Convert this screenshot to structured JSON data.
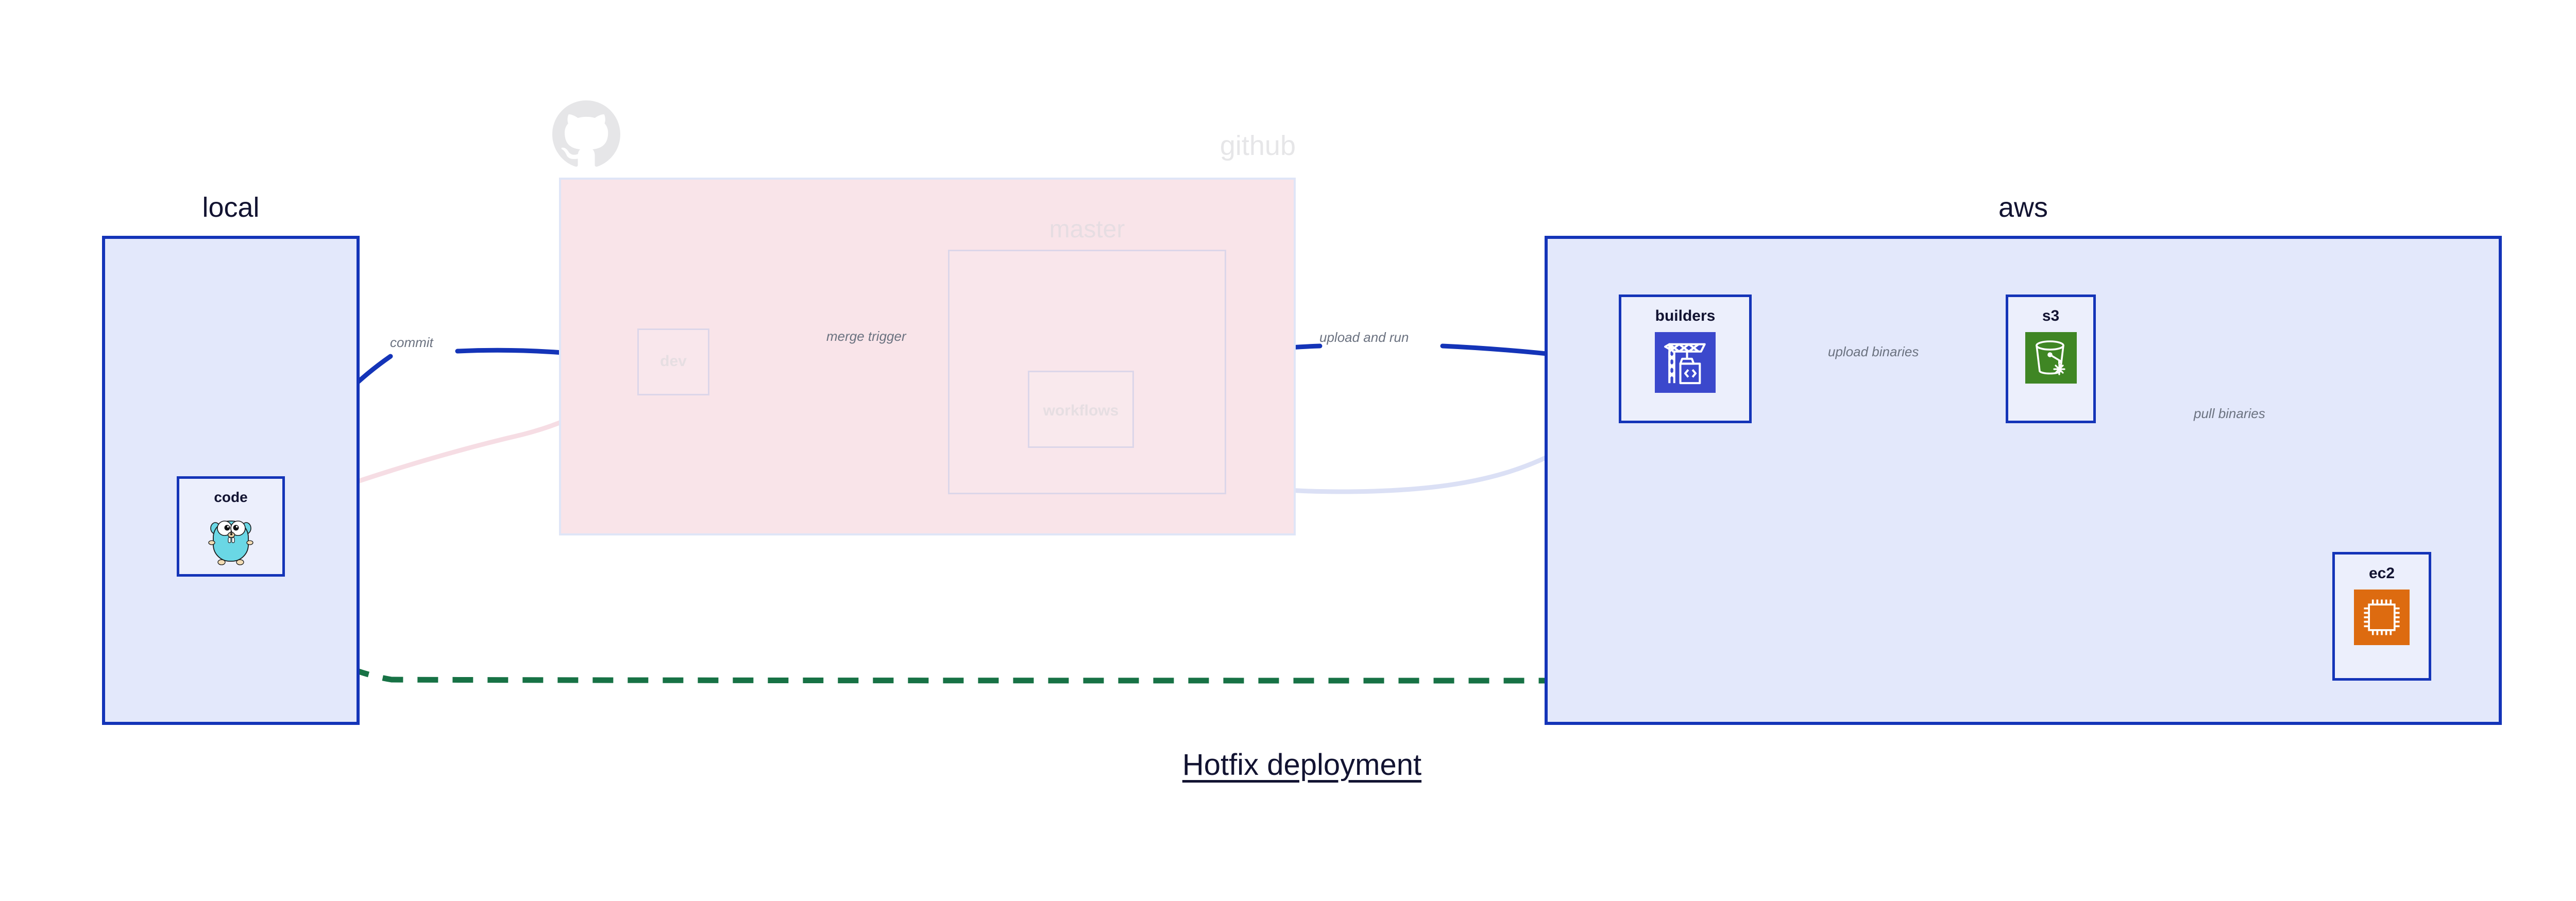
{
  "diagram": {
    "title": "Hotfix deployment",
    "background": "#ffffff"
  },
  "colors": {
    "active_border": "#1434b8",
    "active_fill": "#eceffc",
    "group_fill_blue": "#e3e8fb",
    "group_fill_pink": "#f9e4e9",
    "faded_border": "#dcd6e9",
    "faded_text": "#e6dee2",
    "edge_active": "#1434b8",
    "edge_label": "#6b7280",
    "edge_dashed_green": "#177245",
    "aws_builders_icon": "#3b48cc",
    "aws_s3_icon": "#3f8624",
    "aws_ec2_icon": "#dd6b10",
    "gopher_body": "#6ad7e5"
  },
  "groups": [
    {
      "id": "local",
      "label": "local",
      "state": "active"
    },
    {
      "id": "github",
      "label": "github",
      "state": "faded"
    },
    {
      "id": "master",
      "label": "master",
      "state": "faded"
    },
    {
      "id": "aws",
      "label": "aws",
      "state": "active"
    }
  ],
  "nodes": [
    {
      "id": "code",
      "label": "code",
      "icon": "go-gopher-icon",
      "state": "active",
      "group": "local"
    },
    {
      "id": "dev",
      "label": "dev",
      "icon": "none",
      "state": "faded",
      "group": "github"
    },
    {
      "id": "workflows",
      "label": "workflows",
      "icon": "none",
      "state": "faded",
      "group": "master"
    },
    {
      "id": "builders",
      "label": "builders",
      "icon": "aws-codebuild-icon",
      "state": "active",
      "group": "aws"
    },
    {
      "id": "s3",
      "label": "s3",
      "icon": "aws-s3-bucket-icon",
      "state": "active",
      "group": "aws"
    },
    {
      "id": "ec2",
      "label": "ec2",
      "icon": "aws-ec2-chip-icon",
      "state": "active",
      "group": "aws"
    }
  ],
  "edges": [
    {
      "id": "commit",
      "label": "commit",
      "from": "code",
      "to": "dev",
      "state": "active",
      "style": "solid"
    },
    {
      "id": "merge-trigger",
      "label": "merge trigger",
      "from": "dev",
      "to": "workflows",
      "state": "active",
      "style": "solid"
    },
    {
      "id": "upload-and-run",
      "label": "upload and run",
      "from": "workflows",
      "to": "builders",
      "state": "active",
      "style": "solid"
    },
    {
      "id": "upload-binaries",
      "label": "upload binaries",
      "from": "builders",
      "to": "s3",
      "state": "active",
      "style": "solid"
    },
    {
      "id": "pull-binaries",
      "label": "pull binaries",
      "from": "s3",
      "to": "ec2",
      "state": "active",
      "style": "solid"
    },
    {
      "id": "hotfix-direct",
      "label": "",
      "from": "code",
      "to": "ec2",
      "state": "active",
      "style": "dashed"
    },
    {
      "id": "code-to-dev-dim",
      "label": "",
      "from": "code",
      "to": "dev",
      "state": "faded",
      "style": "solid"
    },
    {
      "id": "dev-to-workflows-dim",
      "label": "",
      "from": "dev",
      "to": "workflows",
      "state": "faded",
      "style": "solid"
    },
    {
      "id": "workflows-to-builders-dim",
      "label": "",
      "from": "workflows",
      "to": "builders",
      "state": "faded",
      "style": "solid"
    }
  ],
  "labels": {
    "local": "local",
    "github": "github",
    "master": "master",
    "aws": "aws",
    "code": "code",
    "dev": "dev",
    "workflows": "workflows",
    "builders": "builders",
    "s3": "s3",
    "ec2": "ec2",
    "commit": "commit",
    "merge_trigger": "merge trigger",
    "upload_and_run": "upload and run",
    "upload_binaries": "upload binaries",
    "pull_binaries": "pull binaries",
    "title": "Hotfix deployment"
  }
}
